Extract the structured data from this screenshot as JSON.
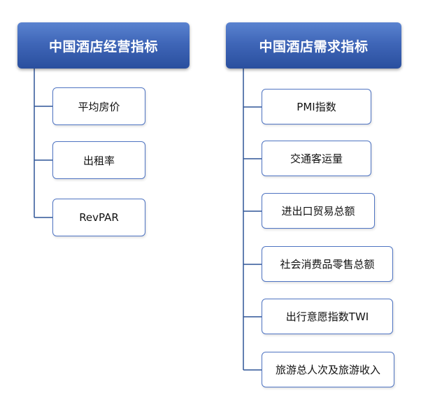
{
  "left_group": {
    "title": "中国酒店经营指标",
    "items": [
      "平均房价",
      "出租率",
      "RevPAR"
    ]
  },
  "right_group": {
    "title": "中国酒店需求指标",
    "items": [
      "PMI指数",
      "交通客运量",
      "进出口贸易总额",
      "社会消费品零售总额",
      "出行意愿指数TWI",
      "旅游总人次及旅游收入"
    ]
  },
  "colors": {
    "header_gradient_top": "#5a83d0",
    "header_gradient_bottom": "#2a4f9e",
    "item_border": "#4f74c2",
    "connector": "#2f5597"
  }
}
